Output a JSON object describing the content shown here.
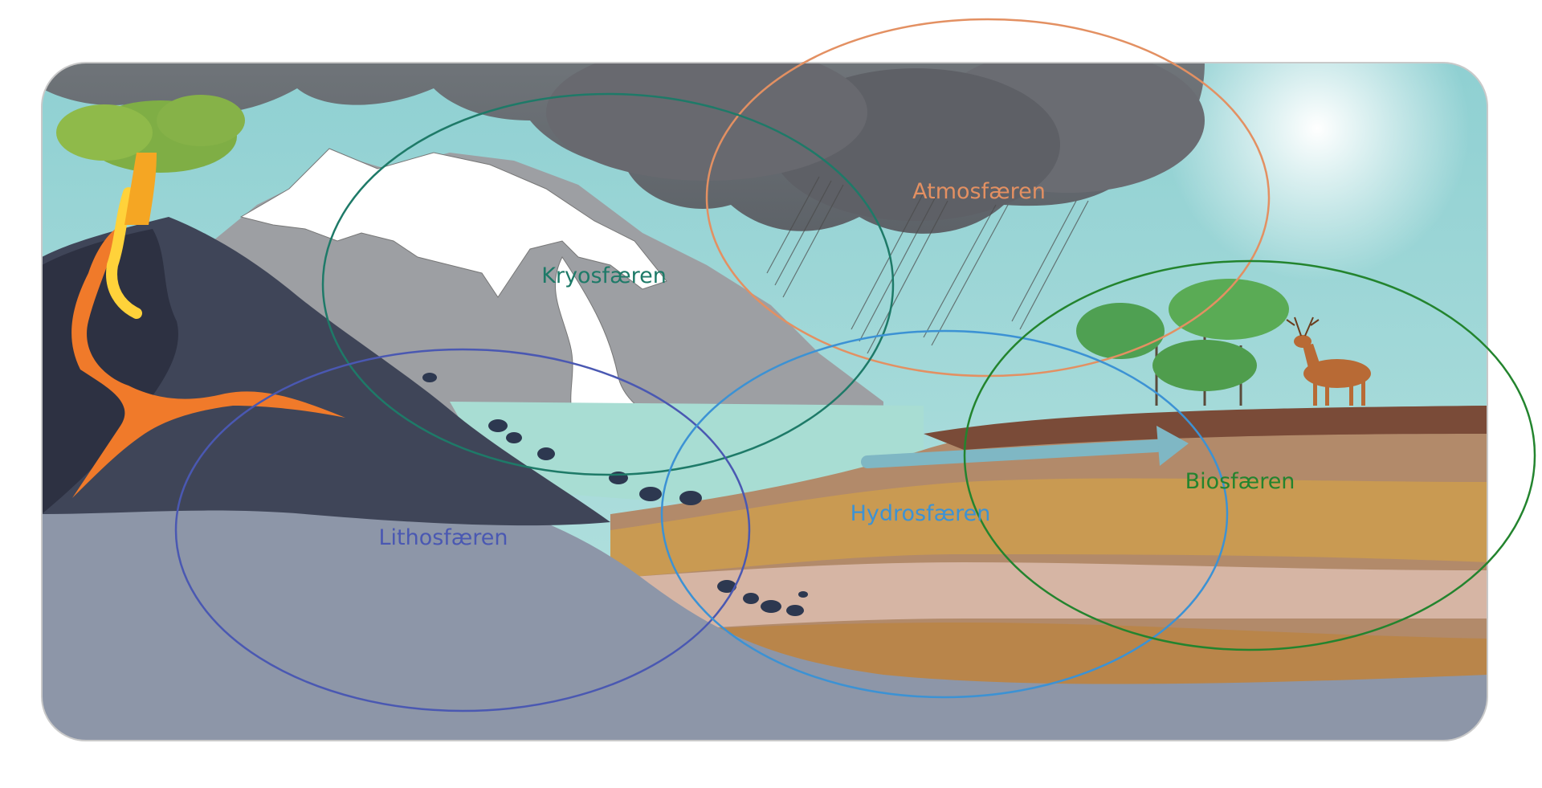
{
  "spheres": {
    "atmosphere": {
      "label": "Atmosfæren",
      "color": "#e39062"
    },
    "cryosphere": {
      "label": "Kryosfæren",
      "color": "#1e7a68"
    },
    "lithosphere": {
      "label": "Lithosfæren",
      "color": "#4a58b2"
    },
    "hydrosphere": {
      "label": "Hydrosfæren",
      "color": "#3c92d4"
    },
    "biosphere": {
      "label": "Biosfæren",
      "color": "#23842e"
    }
  },
  "scene_elements": [
    "volcano",
    "snow-mountain",
    "storm-cloud",
    "rain",
    "lake",
    "rocks",
    "soil-layers",
    "trees",
    "deer",
    "groundwater-arrow"
  ]
}
